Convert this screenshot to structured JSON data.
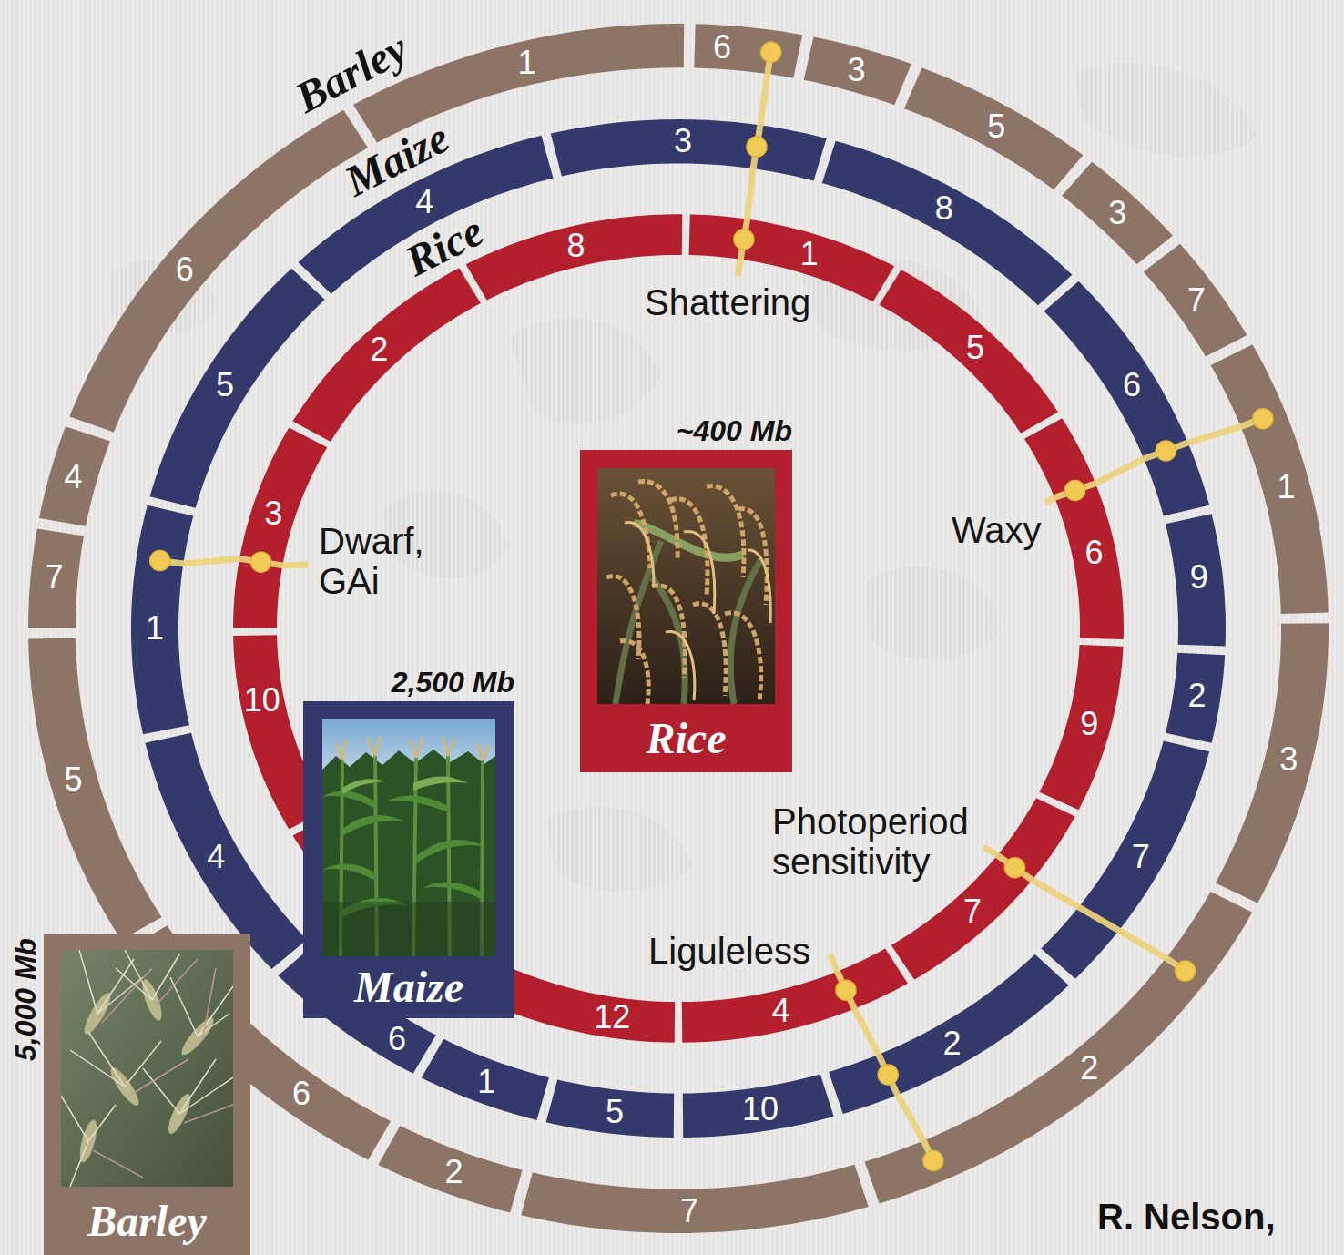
{
  "diagram": {
    "nodes": [
      {
        "text": [
          "6"
        ]
      },
      {
        "text": [
          "3"
        ]
      },
      {
        "text": [
          "5"
        ]
      },
      {
        "text": [
          "3"
        ]
      },
      {
        "text": [
          "7"
        ]
      },
      {
        "text": [
          "1"
        ]
      },
      {
        "text": [
          "3"
        ]
      },
      {
        "text": [
          "2"
        ]
      },
      {
        "text": [
          "7"
        ]
      },
      {
        "text": [
          "2"
        ]
      },
      {
        "text": [
          "6"
        ]
      },
      {
        "text": [
          "5"
        ]
      },
      {
        "text": [
          "7"
        ]
      },
      {
        "text": [
          "4"
        ]
      },
      {
        "text": [
          "6"
        ]
      },
      {
        "text": [
          "1"
        ]
      },
      {
        "text": [
          "3"
        ]
      },
      {
        "text": [
          "8"
        ]
      },
      {
        "text": [
          "6"
        ]
      },
      {
        "text": [
          "9"
        ]
      },
      {
        "text": [
          "2"
        ]
      },
      {
        "text": [
          "7"
        ]
      },
      {
        "text": [
          "2"
        ]
      },
      {
        "text": [
          "10"
        ]
      },
      {
        "text": [
          "5"
        ]
      },
      {
        "text": [
          "1"
        ]
      },
      {
        "text": [
          "6"
        ]
      },
      {
        "text": [
          "4"
        ]
      },
      {
        "text": [
          "1"
        ]
      },
      {
        "text": [
          "5"
        ]
      },
      {
        "text": [
          "4"
        ]
      },
      {
        "text": [
          "1"
        ]
      },
      {
        "text": [
          "5"
        ]
      },
      {
        "text": [
          "6"
        ]
      },
      {
        "text": [
          "9"
        ]
      },
      {
        "text": [
          "7"
        ]
      },
      {
        "text": [
          "4"
        ]
      },
      {
        "text": [
          "12"
        ]
      },
      {
        "text": [
          "10"
        ]
      },
      {
        "text": [
          "3"
        ]
      },
      {
        "text": [
          "2"
        ]
      },
      {
        "text": [
          "8"
        ]
      },
      {
        "text": [
          "~400 Mb",
          "Rice"
        ]
      },
      {
        "text": [
          "2,500 Mb",
          "Maize"
        ]
      },
      {
        "text": [
          "5,000 Mb",
          "Barley"
        ]
      }
    ],
    "edges": [
      {
        "from": 0,
        "to": 16,
        "arrow": "none"
      },
      {
        "from": 16,
        "to": 31,
        "arrow": "none"
      },
      {
        "from": 5,
        "to": 18,
        "arrow": "none"
      },
      {
        "from": 18,
        "to": 33,
        "arrow": "none"
      },
      {
        "from": 7,
        "to": 35,
        "arrow": "none"
      },
      {
        "from": 7,
        "to": 22,
        "arrow": "none"
      },
      {
        "from": 22,
        "to": 36,
        "arrow": "none"
      },
      {
        "from": 28,
        "to": 39,
        "arrow": "none"
      }
    ],
    "labels": [
      "Barley",
      "Maize",
      "Rice",
      "Shattering",
      "Dwarf, GAi",
      "Waxy",
      "Photoperiod sensitivity",
      "Liguleless",
      "R. Nelson,"
    ]
  }
}
